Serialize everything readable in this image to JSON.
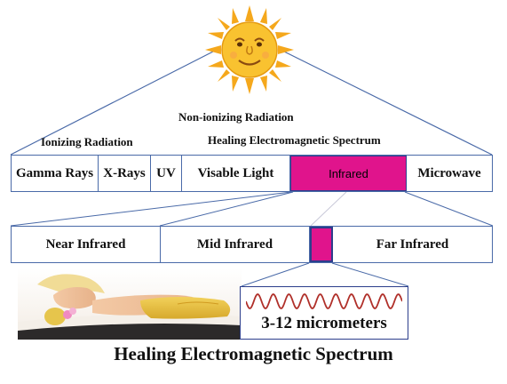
{
  "header": {
    "non_ionizing": "Non-ionizing Radiation",
    "ionizing": "Ionizing Radiation",
    "healing_spectrum": "Healing Electromagnetic Spectrum"
  },
  "spectrum_bands": [
    "Gamma Rays",
    "X-Rays",
    "UV",
    "Visable Light",
    "Infrared",
    "Microwave"
  ],
  "highlighted_band": "Infrared",
  "infrared_bands": [
    "Near Infrared",
    "Mid Infrared",
    "Far Infrared"
  ],
  "wavelength_label": "3-12 micrometers",
  "footer_title": "Healing Electromagnetic Spectrum",
  "colors": {
    "highlight": "#e0148c",
    "line": "#4a6aa8",
    "box_border": "#2c3e8c",
    "wave": "#b0302a",
    "sun": "#f7b21a"
  },
  "icons": {
    "sun": "sun-face-icon",
    "photo": "relaxing-woman-photo",
    "wave": "sine-wave-icon"
  }
}
